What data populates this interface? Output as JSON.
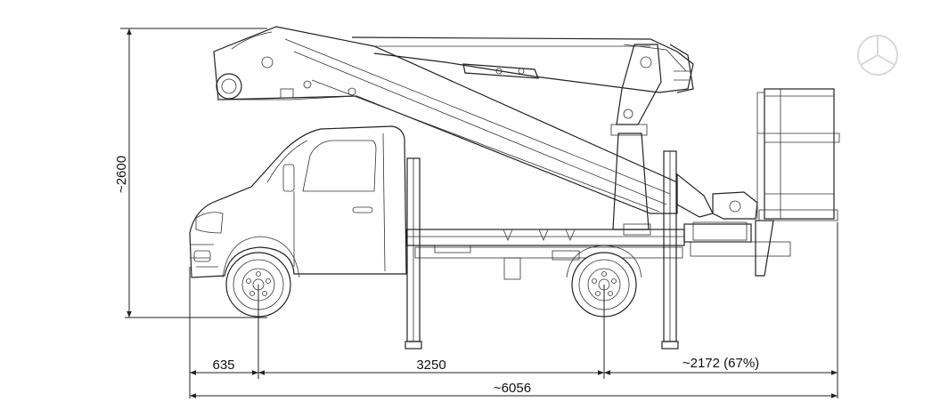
{
  "dimensions": {
    "height": "~2600",
    "front_overhang": "635",
    "wheelbase": "3250",
    "rear_overhang": "~2172 (67%)",
    "overall_length": "~6056"
  }
}
